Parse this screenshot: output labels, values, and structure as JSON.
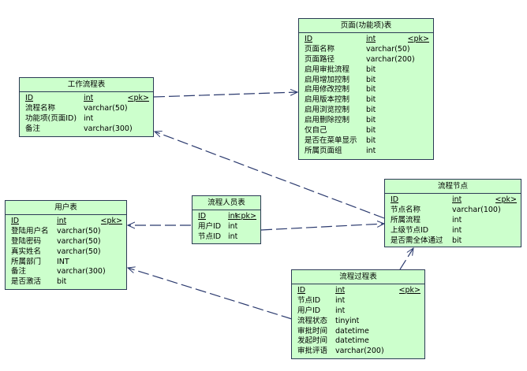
{
  "diagram": {
    "entities": [
      {
        "id": "page",
        "title": "页面(功能项)表",
        "rows": [
          {
            "name": "ID",
            "type": "int",
            "key": "<pk>",
            "pk": true
          },
          {
            "name": "页面名称",
            "type": "varchar(50)",
            "key": ""
          },
          {
            "name": "页面路径",
            "type": "varchar(200)",
            "key": ""
          },
          {
            "name": "启用审批流程",
            "type": "bit",
            "key": ""
          },
          {
            "name": "启用增加控制",
            "type": "bit",
            "key": ""
          },
          {
            "name": "启用修改控制",
            "type": "bit",
            "key": ""
          },
          {
            "name": "启用版本控制",
            "type": "bit",
            "key": ""
          },
          {
            "name": "启用浏览控制",
            "type": "bit",
            "key": ""
          },
          {
            "name": "启用删除控制",
            "type": "bit",
            "key": ""
          },
          {
            "name": "仅自己",
            "type": "bit",
            "key": ""
          },
          {
            "name": "是否在菜单显示",
            "type": "bit",
            "key": ""
          },
          {
            "name": "所属页面组",
            "type": "int",
            "key": ""
          }
        ]
      },
      {
        "id": "workflow",
        "title": "工作流程表",
        "rows": [
          {
            "name": "ID",
            "type": "int",
            "key": "<pk>",
            "pk": true
          },
          {
            "name": "流程名称",
            "type": "varchar(50)",
            "key": ""
          },
          {
            "name": "功能项(页面ID)",
            "type": "int",
            "key": ""
          },
          {
            "name": "备注",
            "type": "varchar(300)",
            "key": ""
          }
        ]
      },
      {
        "id": "user",
        "title": "用户表",
        "rows": [
          {
            "name": "ID",
            "type": "int",
            "key": "<pk>",
            "pk": true
          },
          {
            "name": "登陆用户名",
            "type": "varchar(50)",
            "key": ""
          },
          {
            "name": "登陆密码",
            "type": "varchar(50)",
            "key": ""
          },
          {
            "name": "真实姓名",
            "type": "varchar(50)",
            "key": ""
          },
          {
            "name": "所属部门",
            "type": "INT",
            "key": ""
          },
          {
            "name": "备注",
            "type": "varchar(300)",
            "key": ""
          },
          {
            "name": "是否激活",
            "type": "bit",
            "key": ""
          }
        ]
      },
      {
        "id": "flowperson",
        "title": "流程人员表",
        "rows": [
          {
            "name": "ID",
            "type": "int",
            "key": "<pk>",
            "pk": true
          },
          {
            "name": "用户ID",
            "type": "int",
            "key": ""
          },
          {
            "name": "节点ID",
            "type": "int",
            "key": ""
          }
        ]
      },
      {
        "id": "node",
        "title": "流程节点",
        "rows": [
          {
            "name": "ID",
            "type": "int",
            "key": "<pk>",
            "pk": true
          },
          {
            "name": "节点名称",
            "type": "varchar(100)",
            "key": ""
          },
          {
            "name": "所属流程",
            "type": "int",
            "key": ""
          },
          {
            "name": "上级节点ID",
            "type": "int",
            "key": ""
          },
          {
            "name": "是否需全体通过",
            "type": "bit",
            "key": ""
          }
        ]
      },
      {
        "id": "process",
        "title": "流程过程表",
        "rows": [
          {
            "name": "ID",
            "type": "int",
            "key": "<pk>",
            "pk": true
          },
          {
            "name": "节点ID",
            "type": "int",
            "key": ""
          },
          {
            "name": "用户ID",
            "type": "int",
            "key": ""
          },
          {
            "name": "流程状态",
            "type": "tinyint",
            "key": ""
          },
          {
            "name": "审批时间",
            "type": "datetime",
            "key": ""
          },
          {
            "name": "发起时间",
            "type": "datetime",
            "key": ""
          },
          {
            "name": "审批评语",
            "type": "varchar(200)",
            "key": ""
          }
        ]
      }
    ],
    "relationships": [
      {
        "from": "workflow",
        "to": "page"
      },
      {
        "from": "node",
        "to": "workflow"
      },
      {
        "from": "flowperson",
        "to": "user"
      },
      {
        "from": "flowperson",
        "to": "node"
      },
      {
        "from": "process",
        "to": "user"
      },
      {
        "from": "process",
        "to": "node"
      }
    ],
    "colors": {
      "entity_fill": "#ccffcc",
      "border": "#2b3a55",
      "connector": "#2b3a6e"
    }
  }
}
